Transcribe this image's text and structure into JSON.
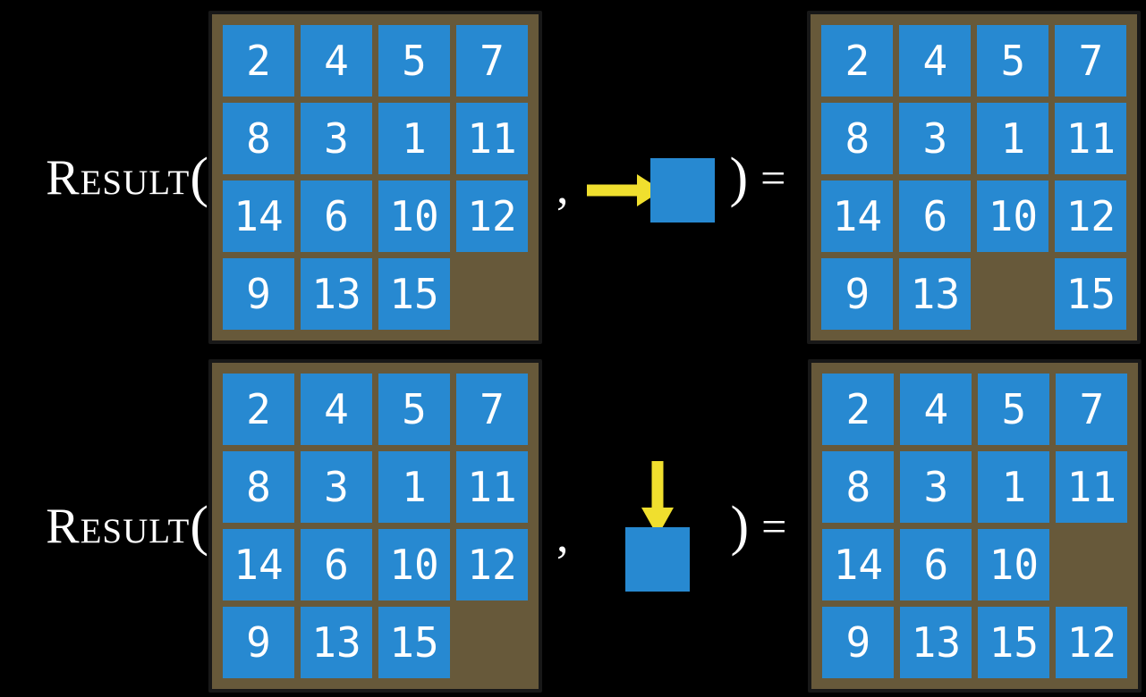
{
  "function_label": "Result",
  "open_paren": "(",
  "comma": ",",
  "close_paren": ")",
  "equals": "=",
  "colors": {
    "background": "#000000",
    "board_brown": "#67593a",
    "board_border": "#181818",
    "tile_blue": "#2789d1",
    "arrow_yellow": "#f0df2e",
    "text_white": "#ffffff"
  },
  "rows": [
    {
      "name": "slide-right-example",
      "move_icon": "right-arrow-into-tile",
      "initial_grid": [
        [
          2,
          4,
          5,
          7
        ],
        [
          8,
          3,
          1,
          11
        ],
        [
          14,
          6,
          10,
          12
        ],
        [
          9,
          13,
          15,
          null
        ]
      ],
      "result_grid": [
        [
          2,
          4,
          5,
          7
        ],
        [
          8,
          3,
          1,
          11
        ],
        [
          14,
          6,
          10,
          12
        ],
        [
          9,
          13,
          null,
          15
        ]
      ]
    },
    {
      "name": "slide-down-example",
      "move_icon": "down-arrow-into-tile",
      "initial_grid": [
        [
          2,
          4,
          5,
          7
        ],
        [
          8,
          3,
          1,
          11
        ],
        [
          14,
          6,
          10,
          12
        ],
        [
          9,
          13,
          15,
          null
        ]
      ],
      "result_grid": [
        [
          2,
          4,
          5,
          7
        ],
        [
          8,
          3,
          1,
          11
        ],
        [
          14,
          6,
          10,
          null
        ],
        [
          9,
          13,
          15,
          12
        ]
      ]
    }
  ]
}
